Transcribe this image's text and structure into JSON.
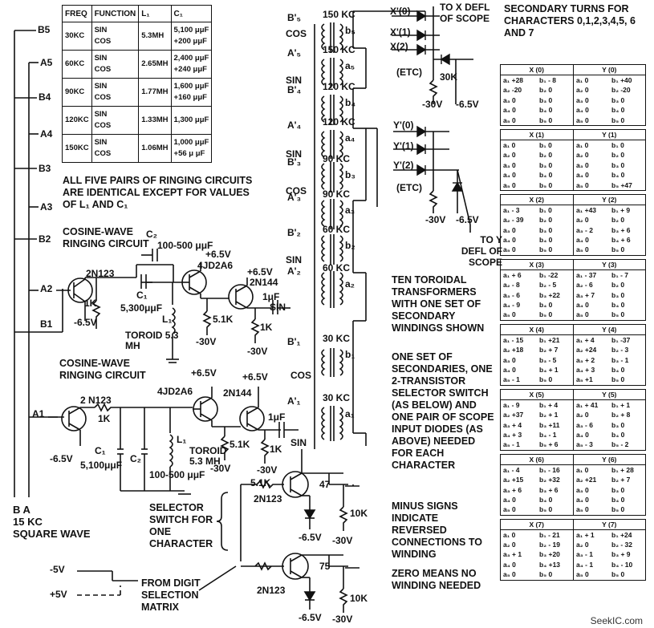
{
  "frequency_table": {
    "headers": [
      "FREQ",
      "FUNCTION",
      "L₁",
      "C₁"
    ],
    "rows": [
      {
        "freq": "30KC",
        "function": "SIN\nCOS",
        "l1": "5.3MH",
        "c1": "5,100 μμF\n+200 μμF"
      },
      {
        "freq": "60KC",
        "function": "SIN\nCOS",
        "l1": "2.65MH",
        "c1": "2,400 μμF\n+240 μμF"
      },
      {
        "freq": "90KC",
        "function": "SIN\nCOS",
        "l1": "1.77MH",
        "c1": "1,600 μμF\n+160 μμF"
      },
      {
        "freq": "120KC",
        "function": "SIN\nCOS",
        "l1": "1.33MH",
        "c1": "1,300 μμF"
      },
      {
        "freq": "150KC",
        "function": "SIN\nCOS",
        "l1": "1.06MH",
        "c1": "1,000 μμF\n+56 μ μF"
      }
    ]
  },
  "bus_labels": [
    "B5",
    "A5",
    "B4",
    "A4",
    "B3",
    "A3",
    "B2",
    "A2",
    "B1",
    "A1"
  ],
  "ringing_note": "ALL FIVE PAIRS OF RINGING CIRCUITS ARE IDENTICAL EXCEPT FOR VALUES OF L₁ AND C₁",
  "upper_circuit": {
    "title": "COSINE-WAVE RINGING CIRCUIT",
    "c2": "C₂",
    "c2_value": "100-500 μμF",
    "t1": "2N123",
    "t2": "4JD2A6",
    "t3": "2N144",
    "v1": "+6.5V",
    "v2": "+6.5V",
    "c1": "C₁",
    "c1_value": "5,300μμF",
    "l1": "L₁",
    "r1": "1K",
    "r2": "5.1K",
    "r3": "1K",
    "cap": "1μF",
    "vneg1": "-6.5V",
    "vneg2": "-30V",
    "vneg3": "-30V",
    "toroid": "TOROID 5.3 MH",
    "sin": "SIN"
  },
  "lower_circuit": {
    "title": "COSINE-WAVE RINGING CIRCUIT",
    "t1": "2 N123",
    "t2": "4JD2A6",
    "t3": "2N144",
    "v1": "+6.5V",
    "v2": "+6.5V",
    "r1": "1K",
    "c1": "C₁",
    "c1_value": "5,100μμF",
    "c2": "C₂",
    "c2_value": "100-500 μμF",
    "l1": "L₁",
    "toroid": "TOROID 5.3 MH",
    "r2": "5.1K",
    "r3": "1K",
    "cap": "1μF",
    "vneg1": "-6.5V",
    "vneg2": "-30V",
    "vneg3": "-30V",
    "sin": "SIN",
    "cos": "COS"
  },
  "square_wave": "B A\n15 KC\nSQUARE WAVE",
  "selector": {
    "label": "SELECTOR SWITCH FOR ONE CHARACTER",
    "t1": "2N123",
    "t2": "2N123",
    "r1": "5.1K",
    "r2": "47",
    "r3": "10K",
    "r4": "75",
    "r5": "10K",
    "v1": "-6.5V",
    "v2": "-30V",
    "v3": "-6.5V",
    "v4": "-30V",
    "neg5": "-5V",
    "pos5": "+5V",
    "matrix": "FROM DIGIT SELECTION MATRIX"
  },
  "transformers": [
    {
      "label": "B'₅",
      "freq": "150 KC",
      "coil": "b₅"
    },
    {
      "label": "A'₅",
      "freq": "150 KC",
      "coil": "a₅"
    },
    {
      "label": "B'₄",
      "freq": "120 KC",
      "coil": "b₄"
    },
    {
      "label": "A'₄",
      "freq": "120 KC",
      "coil": "a₄"
    },
    {
      "label": "B'₃",
      "freq": "90 KC",
      "coil": "b₃"
    },
    {
      "label": "A'₃",
      "freq": "90 KC",
      "coil": "a₃"
    },
    {
      "label": "B'₂",
      "freq": "60 KC",
      "coil": "b₂"
    },
    {
      "label": "A'₂",
      "freq": "60 KC",
      "coil": "a₂"
    },
    {
      "label": "B'₁",
      "freq": "30 KC",
      "coil": "b₁"
    },
    {
      "label": "A'₁",
      "freq": "30 KC",
      "coil": "a₁"
    }
  ],
  "sin_cos_labels": [
    "COS",
    "SIN",
    "SIN",
    "COS",
    "SIN",
    "COS",
    "COS",
    "SIN"
  ],
  "x_defl": {
    "inputs": [
      "X'(0)",
      "X'(1)",
      "X(2)",
      "(ETC)"
    ],
    "to_label": "TO X DEFL OF SCOPE",
    "r": "30K",
    "v1": "-30V",
    "v2": "-6.5V"
  },
  "y_defl": {
    "inputs": [
      "Y'(0)",
      "Y'(1)",
      "Y'(2)",
      "(ETC)"
    ],
    "to_label": "TO Y DEFL OF SCOPE",
    "v1": "-30V",
    "v2": "-6.5V"
  },
  "turns_title": "SECONDARY TURNS FOR CHARACTERS 0,1,2,3,4,5, 6 AND 7",
  "turns_blocks": [
    {
      "x": "X (0)",
      "y": "Y (0)",
      "cells": [
        "a₁ +28",
        "b₁ - 8",
        "a₁ 0",
        "b₁ +40",
        "a₂ -20",
        "b₂ 0",
        "a₂ 0",
        "b₂ -20",
        "a₃ 0",
        "b₃ 0",
        "a₃ 0",
        "b₃ 0",
        "a₄ 0",
        "b₄ 0",
        "a₄ 0",
        "b₄ 0",
        "a₅ 0",
        "b₅ 0",
        "a₅ 0",
        "b₅ 0"
      ]
    },
    {
      "x": "X (1)",
      "y": "Y (1)",
      "cells": [
        "a₁ 0",
        "b₁ 0",
        "a₁ 0",
        "b₁ 0",
        "a₂ 0",
        "b₂ 0",
        "a₂ 0",
        "b₂ 0",
        "a₃ 0",
        "b₃ 0",
        "a₃ 0",
        "b₃ 0",
        "a₄ 0",
        "b₄ 0",
        "a₄ 0",
        "b₄ 0",
        "a₅ 0",
        "b₅ 0",
        "a₅ 0",
        "b₅ +47"
      ]
    },
    {
      "x": "X (2)",
      "y": "Y (2)",
      "cells": [
        "a₁ - 3",
        "b₁ 0",
        "a₁ +43",
        "b₁ + 9",
        "a₂ - 39",
        "b₂ 0",
        "a₂ 0",
        "b₂ 0",
        "a₃ 0",
        "b₃ 0",
        "a₃ - 2",
        "b₃ + 6",
        "a₄ 0",
        "b₄ 0",
        "a₄ 0",
        "b₄ + 6",
        "a₅ 0",
        "b₅ 0",
        "a₅ 0",
        "b₅ 0"
      ]
    },
    {
      "x": "X (3)",
      "y": "Y (3)",
      "cells": [
        "a₁ + 6",
        "b₁ -22",
        "a₁ - 37",
        "b₁ - 7",
        "a₂ - 8",
        "b₂ - 5",
        "a₂ - 6",
        "b₂ 0",
        "a₃ - 6",
        "b₃ +22",
        "a₃ + 7",
        "b₃ 0",
        "a₄ - 9",
        "b₄ 0",
        "a₄ 0",
        "b₄ 0",
        "a₅ 0",
        "b₅ 0",
        "a₅ 0",
        "b₅ 0"
      ]
    },
    {
      "x": "X (4)",
      "y": "Y (4)",
      "cells": [
        "a₁ - 15",
        "b₁ +21",
        "a₁ + 4",
        "b₁ -37",
        "a₂ +18",
        "b₂ + 7",
        "a₂ +24",
        "b₂ - 3",
        "a₃ 0",
        "b₃ - 5",
        "a₃ + 2",
        "b₃ - 1",
        "a₄ 0",
        "b₄ + 1",
        "a₄ + 3",
        "b₄ 0",
        "a₅ - 1",
        "b₅ 0",
        "a₅ +1",
        "b₅ 0"
      ]
    },
    {
      "x": "X (5)",
      "y": "Y (5)",
      "cells": [
        "a₁ - 9",
        "b₁ + 4",
        "a₁ + 41",
        "b₁ + 1",
        "a₂ +37",
        "b₂ + 1",
        "a₂ 0",
        "b₂ + 8",
        "a₃ + 4",
        "b₃ +11",
        "a₃ - 6",
        "b₃ 0",
        "a₄ + 3",
        "b₄ - 1",
        "a₄ 0",
        "b₄ 0",
        "a₅ - 1",
        "b₅ + 6",
        "a₅ - 3",
        "b₅ - 2"
      ]
    },
    {
      "x": "X (6)",
      "y": "Y (6)",
      "cells": [
        "a₁ - 4",
        "b₁ - 16",
        "a₁ 0",
        "b₁ + 28",
        "a₂ +15",
        "b₂ +32",
        "a₂ +21",
        "b₂ + 7",
        "a₃ + 6",
        "b₃ + 6",
        "a₃ 0",
        "b₃ 0",
        "a₄ 0",
        "b₄ 0",
        "a₄ 0",
        "b₄ 0",
        "a₅ 0",
        "b₅ 0",
        "a₅ 0",
        "b₅ 0"
      ]
    },
    {
      "x": "X (7)",
      "y": "Y (7)",
      "cells": [
        "a₁ 0",
        "b₁ - 21",
        "a₁ + 1",
        "b₁ +24",
        "a₂ 0",
        "b₂ - 19",
        "a₂ 0",
        "b₂ - 32",
        "a₃ + 1",
        "b₃ +20",
        "a₃ - 1",
        "b₃ + 9",
        "a₄ 0",
        "b₄ +13",
        "a₄ - 1",
        "b₄ - 10",
        "a₅ 0",
        "b₅ 0",
        "a₅ 0",
        "b₅ 0"
      ]
    }
  ],
  "notes": {
    "toroidal": "TEN TOROIDAL TRANSFORMERS WITH ONE SET OF SECONDARY WINDINGS SHOWN",
    "one_set": "ONE SET OF SECONDARIES, ONE 2-TRANSISTOR SELECTOR SWITCH (AS BELOW) AND ONE PAIR OF SCOPE INPUT DIODES (AS ABOVE) NEEDED FOR EACH CHARACTER",
    "minus": "MINUS SIGNS INDICATE REVERSED CONNECTIONS TO WINDING",
    "zero": "ZERO MEANS NO WINDING NEEDED"
  },
  "watermark": "SeekIC.com"
}
